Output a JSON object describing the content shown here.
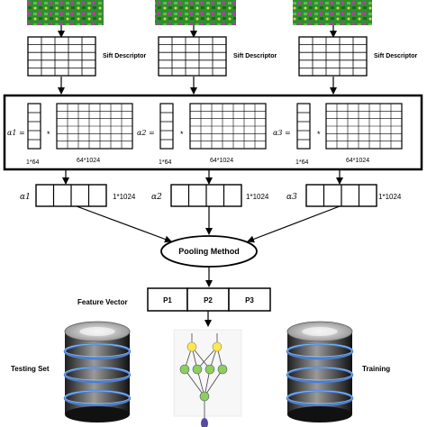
{
  "steps": [
    {
      "descriptor_label": "Sift Descriptor",
      "alpha": "α1 =",
      "times": "*",
      "vec_dim": "1*64",
      "mat_dim": "64*1024",
      "out_alpha": "α1",
      "out_dim": "1*1024"
    },
    {
      "descriptor_label": "Sift Descriptor",
      "alpha": "α2 =",
      "times": "*",
      "vec_dim": "1*64",
      "mat_dim": "64*1024",
      "out_alpha": "α2",
      "out_dim": "1*1024"
    },
    {
      "descriptor_label": "Sift Descriptor",
      "alpha": "α3 =",
      "times": "*",
      "vec_dim": "1*64",
      "mat_dim": "64*1024",
      "out_alpha": "α3",
      "out_dim": "1*1024"
    }
  ],
  "pooling": {
    "label": "Pooling Method"
  },
  "feature": {
    "label": "Feature Vector",
    "parts": [
      "P1",
      "P2",
      "P3"
    ]
  },
  "testing_set": {
    "label": "Testing Set"
  },
  "training": {
    "label": "Training"
  },
  "colors": {
    "line": "#000000",
    "db_dark": "#2a2a2a",
    "db_light": "#d9d9d9",
    "db_ring": "#4a7fd0",
    "node_yellow": "#ffe94a",
    "node_green": "#8ccf5a",
    "image_green": "#2f8f2f",
    "image_magenta": "#b93aa6"
  }
}
